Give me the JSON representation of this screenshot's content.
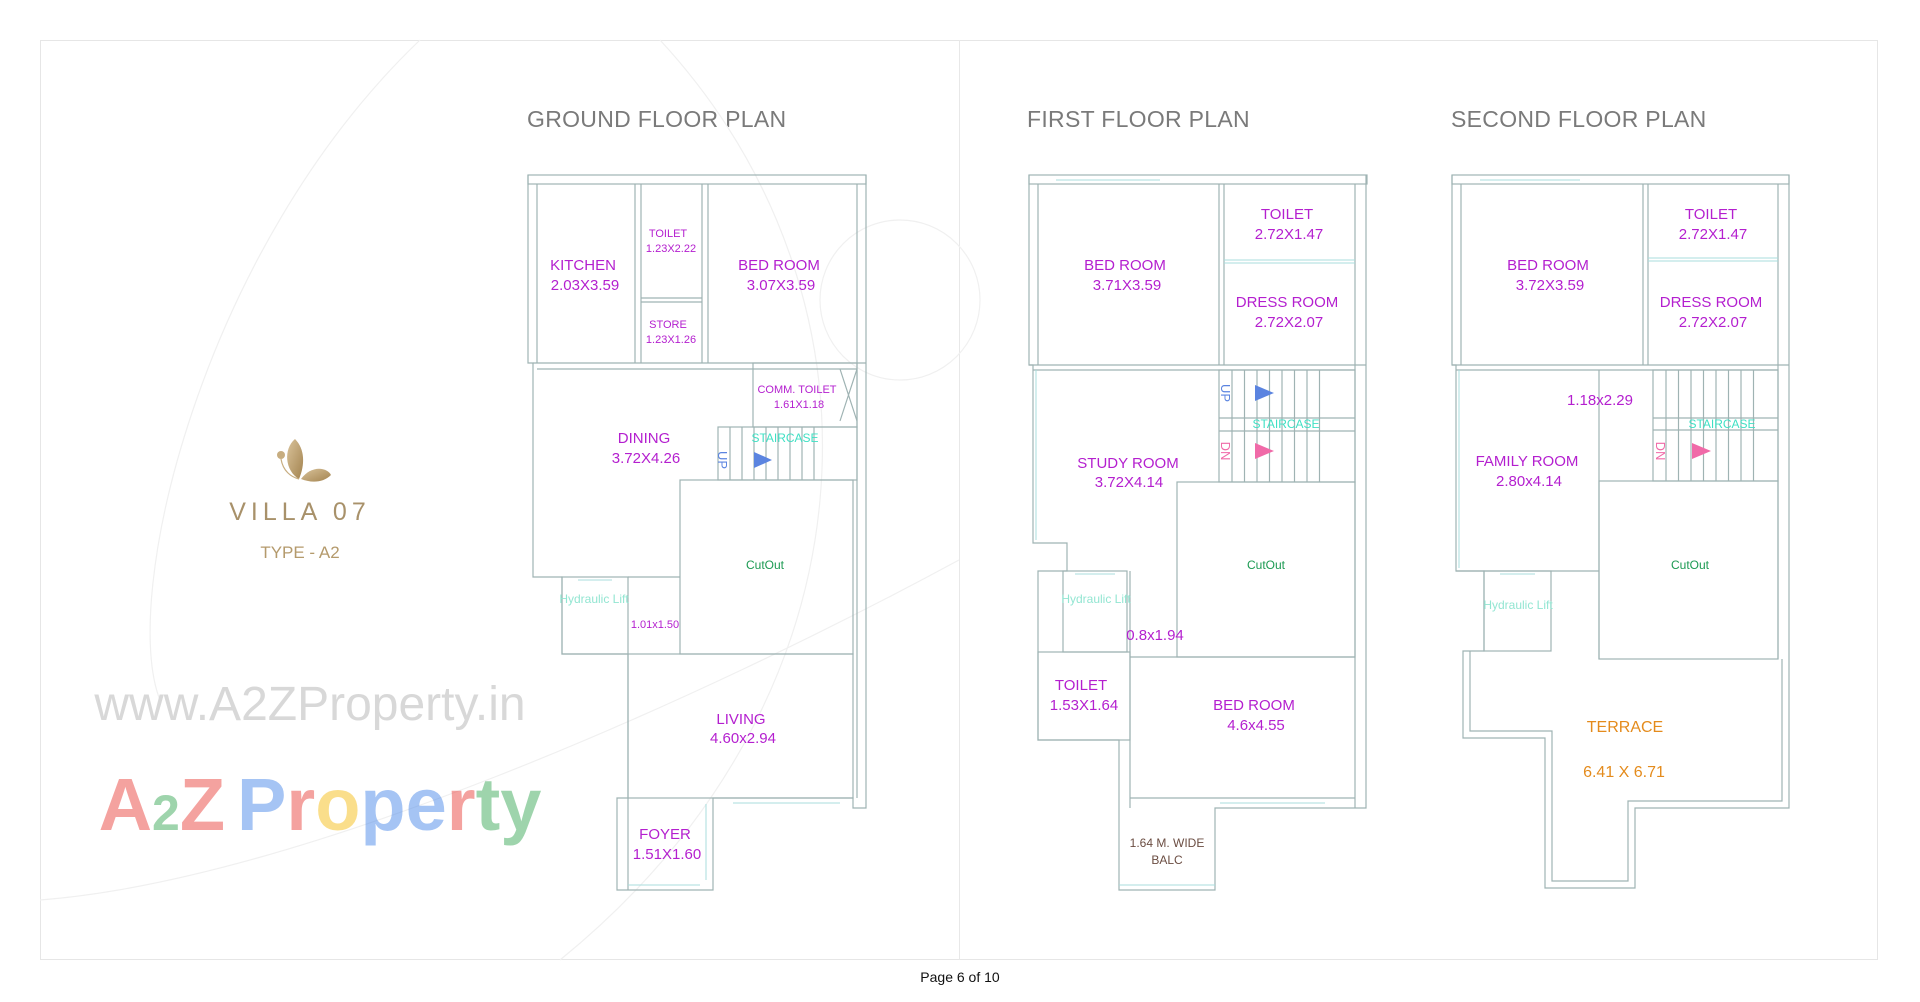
{
  "logo": {
    "brand": "VILLA  07",
    "type": "TYPE - A2",
    "icon": "butterfly-leaf-icon",
    "color": "#a8916a"
  },
  "watermark": {
    "url": "www.A2ZProperty.in",
    "brand_a": "A",
    "brand_2": "2",
    "brand_z": "Z",
    "brand_p": "P",
    "brand_r": "r",
    "brand_o": "o",
    "brand_pe": "pe",
    "brand_r2": "r",
    "brand_ty": "ty"
  },
  "page": {
    "number": "Page 6 of 10"
  },
  "ground": {
    "title": "GROUND FLOOR PLAN",
    "kitchen": {
      "name": "KITCHEN",
      "size": "2.03X3.59"
    },
    "toilet": {
      "name": "TOILET",
      "size": "1.23X2.22"
    },
    "store": {
      "name": "STORE",
      "size": "1.23X1.26"
    },
    "bedroom": {
      "name": "BED ROOM",
      "size": "3.07X3.59"
    },
    "comm_toilet": {
      "name": "COMM. TOILET",
      "size": "1.61X1.18"
    },
    "dining": {
      "name": "DINING",
      "size": "3.72X4.26"
    },
    "staircase": "STAIRCASE",
    "up": "UP",
    "cutout": "CutOut",
    "lift": "Hydraulic Lift",
    "passage": "1.01x1.50",
    "living": {
      "name": "LIVING",
      "size": "4.60x2.94"
    },
    "foyer": {
      "name": "FOYER",
      "size": "1.51X1.60"
    }
  },
  "first": {
    "title": "FIRST FLOOR PLAN",
    "bedroom1": {
      "name": "BED ROOM",
      "size": "3.71X3.59"
    },
    "toilet1": {
      "name": "TOILET",
      "size": "2.72X1.47"
    },
    "dress": {
      "name": "DRESS ROOM",
      "size": "2.72X2.07"
    },
    "up": "UP",
    "dn": "DN",
    "staircase": "STAIRCASE",
    "study": {
      "name": "STUDY ROOM",
      "size": "3.72X4.14"
    },
    "cutout": "CutOut",
    "lift": "Hydraulic Lift",
    "passage": "0.8x1.94",
    "toilet2": {
      "name": "TOILET",
      "size": "1.53X1.64"
    },
    "bedroom2": {
      "name": "BED ROOM",
      "size": "4.6x4.55"
    },
    "balcony": {
      "line1": "1.64 M. WIDE",
      "line2": "BALC"
    }
  },
  "second": {
    "title": "SECOND FLOOR PLAN",
    "bedroom": {
      "name": "BED ROOM",
      "size": "3.72X3.59"
    },
    "toilet": {
      "name": "TOILET",
      "size": "2.72X1.47"
    },
    "dress": {
      "name": "DRESS ROOM",
      "size": "2.72X2.07"
    },
    "passage": "1.18x2.29",
    "staircase": "STAIRCASE",
    "dn": "DN",
    "family": {
      "name": "FAMILY ROOM",
      "size": "2.80x4.14"
    },
    "cutout": "CutOut",
    "lift": "Hydraulic Lift",
    "terrace": {
      "name": "TERRACE",
      "size": "6.41 X 6.71"
    }
  },
  "colors": {
    "room_label": "#b41fcf",
    "staircase": "#3fe0c4",
    "cutout": "#1b9a52",
    "terrace": "#e48b1c",
    "walls": "#9fb3b3"
  }
}
